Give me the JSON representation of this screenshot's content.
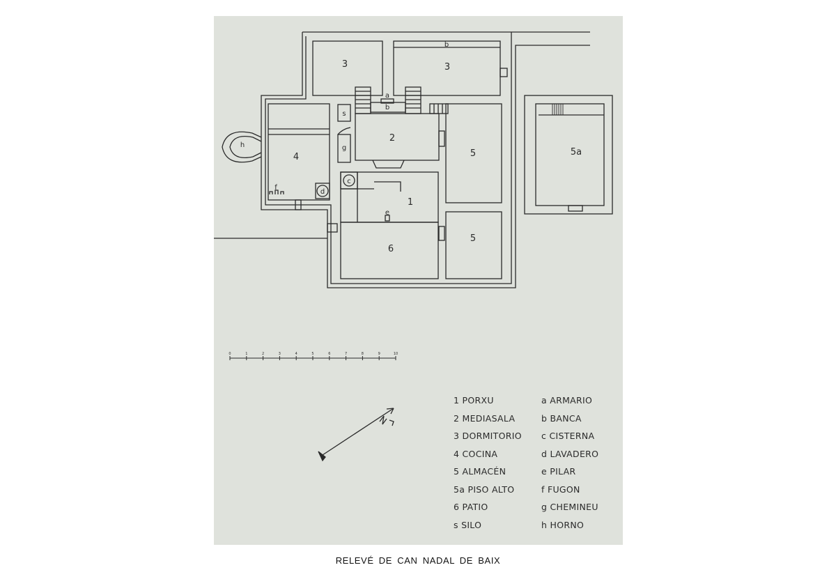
{
  "caption": "RELEVÉ DE CAN NADAL DE BAIX",
  "rooms": {
    "r1": "1",
    "r2": "2",
    "r3a": "3",
    "r3b": "3",
    "r4": "4",
    "r5a": "5",
    "r5b": "5",
    "r5x": "5a",
    "r6": "6",
    "s": "s",
    "a": "a",
    "b1": "b",
    "b2": "b",
    "c": "c",
    "d": "d",
    "e": "e",
    "f": "f",
    "g": "g",
    "h": "h"
  },
  "scale_ticks": [
    "0",
    "1",
    "2",
    "3",
    "4",
    "5",
    "6",
    "7",
    "8",
    "9",
    "10"
  ],
  "legend": {
    "left": [
      "1 PORXU",
      "2 MEDIASALA",
      "3 DORMITORIO",
      "4 COCINA",
      "5 ALMACÉN",
      "5a PISO ALTO",
      "6 PATIO",
      "s SILO"
    ],
    "right": [
      "a ARMARIO",
      "b BANCA",
      "c CISTERNA",
      "d LAVADERO",
      "e PILAR",
      "f FUGON",
      "g CHEMINEU",
      "h HORNO"
    ]
  }
}
